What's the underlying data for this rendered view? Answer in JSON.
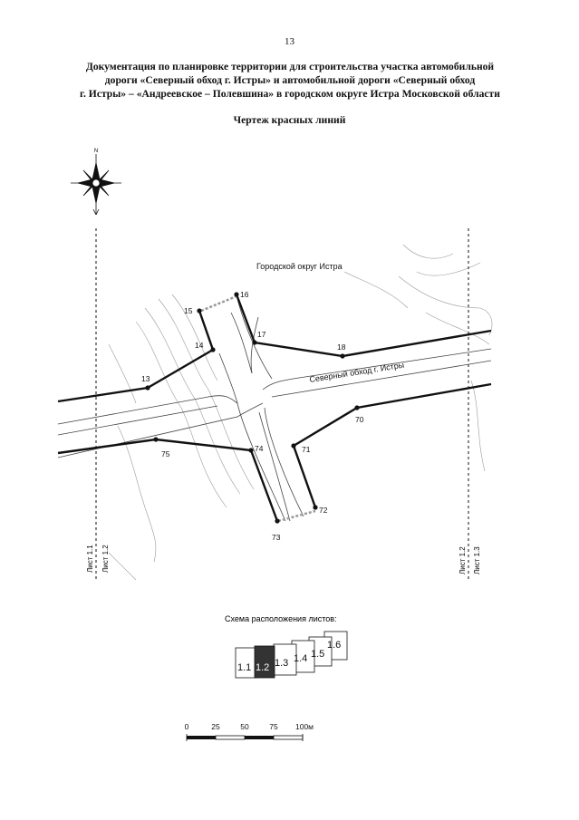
{
  "page_number": "13",
  "title_lines": [
    "Документация по планировке территории для строительства участка автомобильной",
    "дороги «Северный обход г. Истры» и автомобильной дороги «Северный обход",
    "г. Истры» – «Андреевское – Полевшина» в городском округе Истра Московской области"
  ],
  "drawing_title": "Чертеж красных линий",
  "compass_label": "N",
  "district_label": "Городской округ Истра",
  "road_label": "Северный обход г. Истры",
  "sheet_left": [
    "Лист 1.1",
    "Лист 1.2"
  ],
  "sheet_right": [
    "Лист 1.2",
    "Лист 1.3"
  ],
  "points": {
    "p13": "13",
    "p14": "14",
    "p15": "15",
    "p16": "16",
    "p17": "17",
    "p18": "18",
    "p70": "70",
    "p71": "71",
    "p72": "72",
    "p73": "73",
    "p74": "74",
    "p75": "75"
  },
  "scheme": {
    "title": "Схема расположения листов:",
    "sheets": [
      "1.1",
      "1.2",
      "1.3",
      "1.4",
      "1.5",
      "1.6"
    ],
    "active_sheet": "1.2"
  },
  "scale": {
    "ticks": [
      "0",
      "25",
      "50",
      "75",
      "100м"
    ]
  },
  "colors": {
    "ink": "#111111",
    "contour": "#9a9a9a",
    "road": "#444444",
    "active_sheet": "#333333"
  }
}
